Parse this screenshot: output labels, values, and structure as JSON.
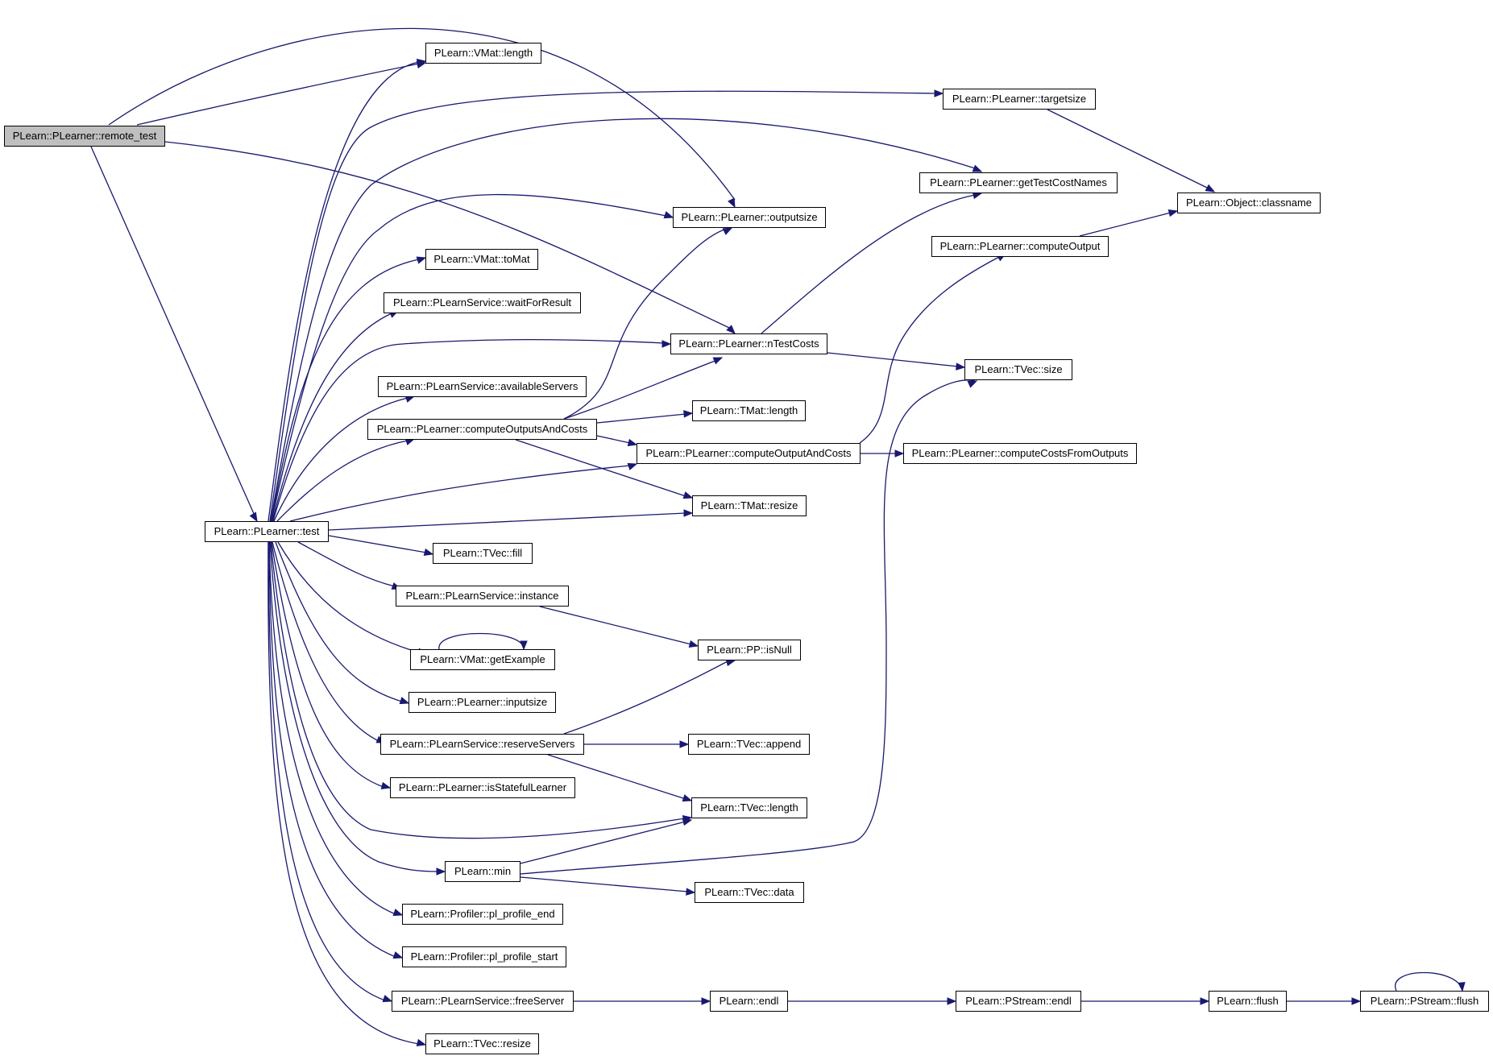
{
  "colors": {
    "edge": "#191970",
    "root_fill": "#bfbfbf",
    "node_fill": "#ffffff",
    "node_border": "#000000"
  },
  "nodes": {
    "remote_test": "PLearn::PLearner::remote_test",
    "vmat_length": "PLearn::VMat::length",
    "targetsize": "PLearn::PLearner::targetsize",
    "getTestCostNames": "PLearn::PLearner::getTestCostNames",
    "object_classname": "PLearn::Object::classname",
    "outputsize": "PLearn::PLearner::outputsize",
    "computeOutput": "PLearn::PLearner::computeOutput",
    "vmat_toMat": "PLearn::VMat::toMat",
    "waitForResult": "PLearn::PLearnService::waitForResult",
    "nTestCosts": "PLearn::PLearner::nTestCosts",
    "tvec_size": "PLearn::TVec::size",
    "availableServers": "PLearn::PLearnService::availableServers",
    "tmat_length": "PLearn::TMat::length",
    "computeOutputsAndCosts": "PLearn::PLearner::computeOutputsAndCosts",
    "computeOutputAndCosts": "PLearn::PLearner::computeOutputAndCosts",
    "computeCostsFromOutputs": "PLearn::PLearner::computeCostsFromOutputs",
    "tmat_resize": "PLearn::TMat::resize",
    "test": "PLearn::PLearner::test",
    "tvec_fill": "PLearn::TVec::fill",
    "instance": "PLearn::PLearnService::instance",
    "pp_isNull": "PLearn::PP::isNull",
    "getExample": "PLearn::VMat::getExample",
    "inputsize": "PLearn::PLearner::inputsize",
    "reserveServers": "PLearn::PLearnService::reserveServers",
    "tvec_append": "PLearn::TVec::append",
    "isStatefulLearner": "PLearn::PLearner::isStatefulLearner",
    "tvec_length": "PLearn::TVec::length",
    "min": "PLearn::min",
    "tvec_data": "PLearn::TVec::data",
    "pl_profile_end": "PLearn::Profiler::pl_profile_end",
    "pl_profile_start": "PLearn::Profiler::pl_profile_start",
    "freeServer": "PLearn::PLearnService::freeServer",
    "endl": "PLearn::endl",
    "pstream_endl": "PLearn::PStream::endl",
    "flush": "PLearn::flush",
    "pstream_flush": "PLearn::PStream::flush",
    "tvec_resize": "PLearn::TVec::resize"
  }
}
